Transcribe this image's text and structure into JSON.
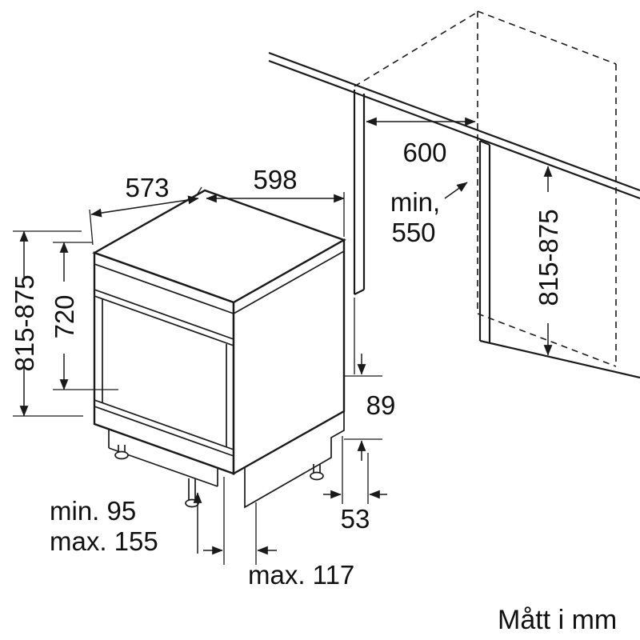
{
  "caption": "Mått i mm",
  "colors": {
    "line": "#1a1a1a",
    "background": "#ffffff"
  },
  "dimensions": {
    "depth_top": "573",
    "width_top": "598",
    "niche_width": "600",
    "niche_depth_prefix": "min,",
    "niche_depth_value": "550",
    "overall_height_left": "815-875",
    "front_height": "720",
    "niche_height_right": "815-875",
    "base_step_height": "89",
    "base_step_depth": "53",
    "foot_adjust_min": "min. 95",
    "foot_adjust_max": "max. 155",
    "base_recess_max": "max. 117"
  }
}
